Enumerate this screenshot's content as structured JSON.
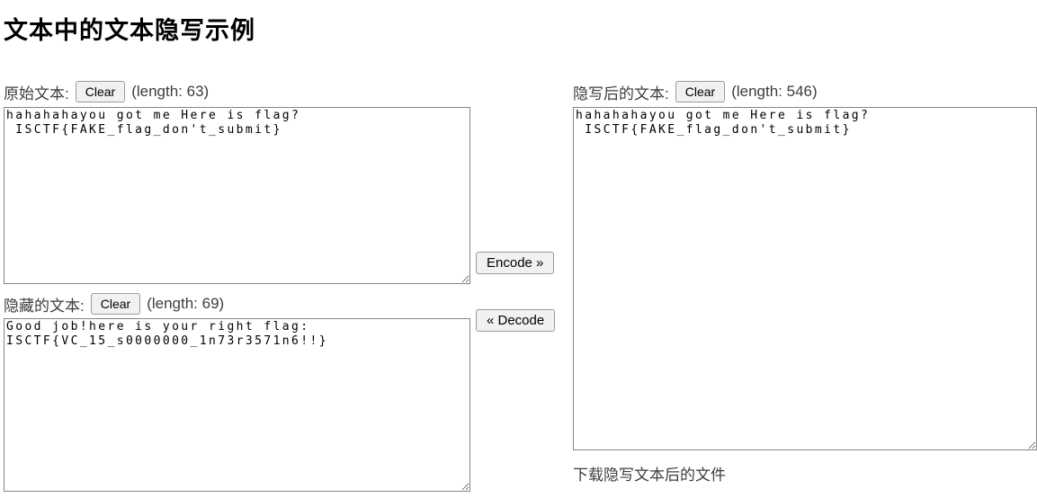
{
  "page": {
    "title": "文本中的文本隐写示例"
  },
  "panels": {
    "original": {
      "label": "原始文本:",
      "clear_label": "Clear",
      "length_text": "(length: 63)",
      "text": "hahahahayou got me Here is flag?\n ISCTF{FAKE_flag_don't_submit}"
    },
    "hidden": {
      "label": "隐藏的文本:",
      "clear_label": "Clear",
      "length_text": "(length: 69)",
      "text": "Good job!here is your right flag:\nISCTF{VC_15_s0000000_1n73r3571n6!!}"
    },
    "stego": {
      "label": "隐写后的文本:",
      "clear_label": "Clear",
      "length_text": "(length: 546)",
      "text": "hahahahayou got me Here is flag?\n ISCTF{FAKE_flag_don't_submit}"
    }
  },
  "actions": {
    "encode_label": "Encode »",
    "decode_label": "« Decode",
    "download_label": "下载隐写文本后的文件"
  },
  "colors": {
    "title_text": "#000000",
    "label_text": "#3d3d3d",
    "button_bg": "#f1f1f1",
    "button_border": "#9b9b9b",
    "textarea_border": "#858585"
  }
}
